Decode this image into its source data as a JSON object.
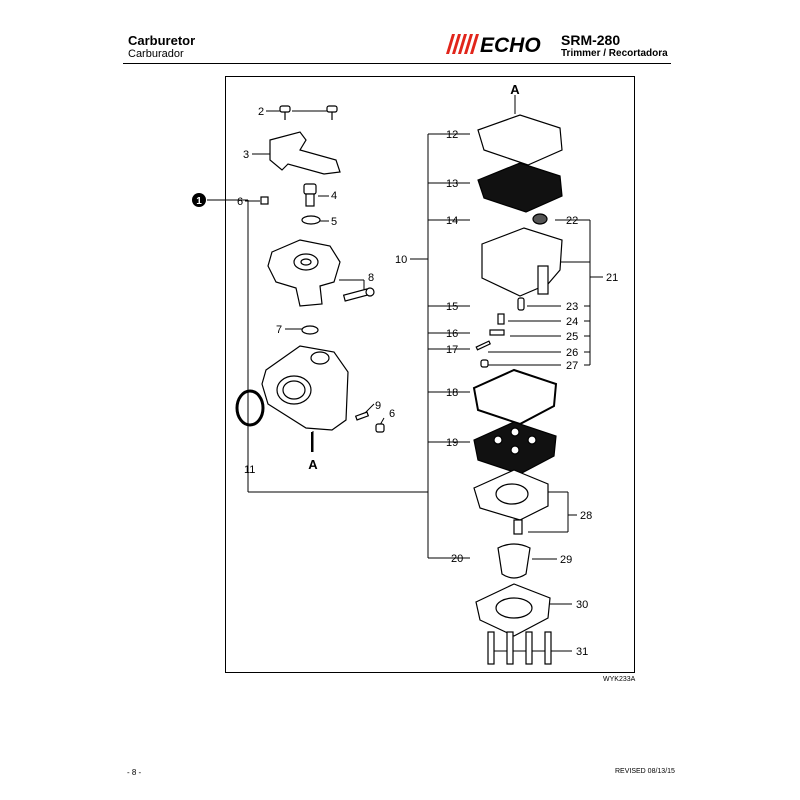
{
  "header": {
    "title": "Carburetor",
    "subtitle": "Carburador",
    "brand": "ECHO",
    "model": "SRM-280",
    "model_sub": "Trimmer / Recortadora"
  },
  "diagram": {
    "assembly_number": "1",
    "section_marker": "A",
    "part_labels": {
      "p2": "2",
      "p3": "3",
      "p4": "4",
      "p5": "5",
      "p6a": "6",
      "p6b": "6",
      "p7": "7",
      "p8": "8",
      "p9": "9",
      "p10": "10",
      "p11": "11",
      "p12": "12",
      "p13": "13",
      "p14": "14",
      "p15": "15",
      "p16": "16",
      "p17": "17",
      "p18": "18",
      "p19": "19",
      "p20": "20",
      "p21": "21",
      "p22": "22",
      "p23": "23",
      "p24": "24",
      "p25": "25",
      "p26": "26",
      "p27": "27",
      "p28": "28",
      "p29": "29",
      "p30": "30",
      "p31": "31"
    },
    "drawing_code": "WYK233A"
  },
  "footer": {
    "page_number": "- 8 -",
    "revised": "REVISED 08/13/15"
  },
  "colors": {
    "ink": "#000000",
    "logo_red": "#e1251b",
    "watermark": "#e6e6e6"
  }
}
